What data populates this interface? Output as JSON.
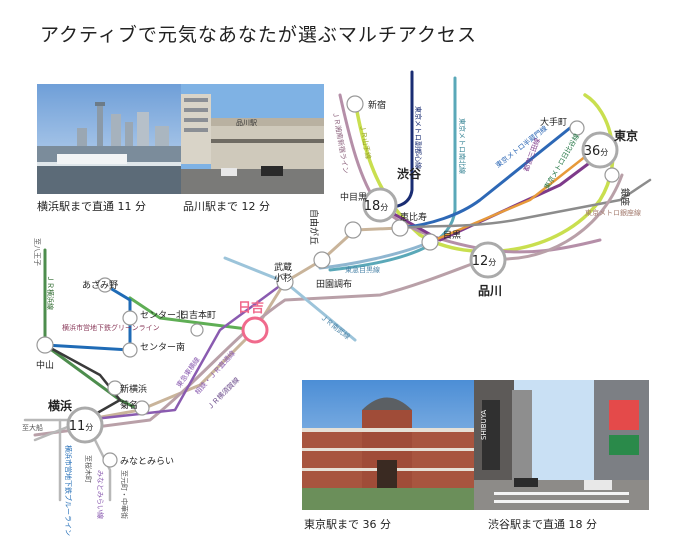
{
  "title": "アクティブで元気なあなたが選ぶマルチアクセス",
  "captions": {
    "yokohama_photo": "横浜駅まで直通 11 分",
    "shinagawa_photo": "品川駅まで 12 分",
    "tokyo_photo": "東京駅まで 36 分",
    "shibuya_photo": "渋谷駅まで直通 18 分"
  },
  "photo_signs": {
    "shinagawa_building": "品川駅",
    "shibuya_store": "SHIBUYA"
  },
  "hubs": {
    "hiyoshi": {
      "name": "日吉",
      "color": "#f06a8c"
    },
    "shibuya": {
      "name": "渋谷",
      "minutes": "18",
      "unit": "分"
    },
    "shinagawa": {
      "name": "品川",
      "minutes": "12",
      "unit": "分"
    },
    "tokyo": {
      "name": "東京",
      "minutes": "36",
      "unit": "分"
    },
    "yokohama": {
      "name": "横浜",
      "minutes": "11",
      "unit": "分"
    }
  },
  "stations": {
    "shinjuku": "新宿",
    "otemachi": "大手町",
    "ginza": "銀座",
    "nakameguro": "中目黒",
    "ebisu": "恵比寿",
    "meguro": "目黒",
    "jiyugaoka": "自由が丘",
    "musashikosugi": "武蔵\n小杉",
    "denenchofu": "田園調布",
    "azamino": "あざみ野",
    "center_kita": "センター北",
    "center_minami": "センター南",
    "hiyoshihoncho": "日吉本町",
    "shinyokohama": "新横浜",
    "kikuna": "菊名",
    "nakayama": "中山",
    "minatomirai": "みなとみらい"
  },
  "line_labels": {
    "jr_shonan_shinjuku": "ＪＲ湘南新宿ライン",
    "jr_yamanote": "ＪＲ山手線",
    "metro_fukutoshin": "東京メトロ副都心線",
    "metro_namboku": "東京メトロ南北線",
    "metro_hanzomon": "東京メトロ半蔵門線",
    "toei_mita": "都営三田線",
    "metro_hibiya": "東京メトロ日比谷線",
    "metro_ginza": "東京メトロ銀座線",
    "tokyu_meguro": "東急目黒線",
    "jr_nambu": "ＪＲ南武線",
    "jr_yokohama": "ＪＲ横浜線",
    "municipal_green": "横浜市営地下鉄グリーンライン",
    "tokyu_toyoko": "東急東横線",
    "sotetsu_jr": "相鉄・ＪＲ直通線",
    "jr_yokosuka": "ＪＲ横須賀線",
    "municipal_blue": "横浜市営地下鉄ブルーライン",
    "minatomirai_line": "みなとみらい線",
    "to_hachioji": "至八王子",
    "to_ofuna": "至大船",
    "to_sakuragicho": "至桜木町",
    "to_motomachi": "至元町・中華街"
  },
  "colors": {
    "toyoko": "#c9b49a",
    "meguro_line": "#8fb6d0",
    "nambu": "#9cc4da",
    "yamanote": "#c9df4f",
    "shonan": "#b58fa8",
    "fukutoshin": "#1a2d73",
    "namboku": "#5aa8b8",
    "mita": "#2d68b6",
    "hanzomon": "#7e3a8a",
    "ginza_line": "#e79a3a",
    "hibiya": "#8c8c8c",
    "green_line": "#5fae55",
    "blue_line": "#1f6bb6",
    "yokohama_line": "#4d8d4d",
    "purple_line": "#8a5bb0",
    "gray_line": "#b8b8b8",
    "dark_line": "#3a3a3a"
  }
}
